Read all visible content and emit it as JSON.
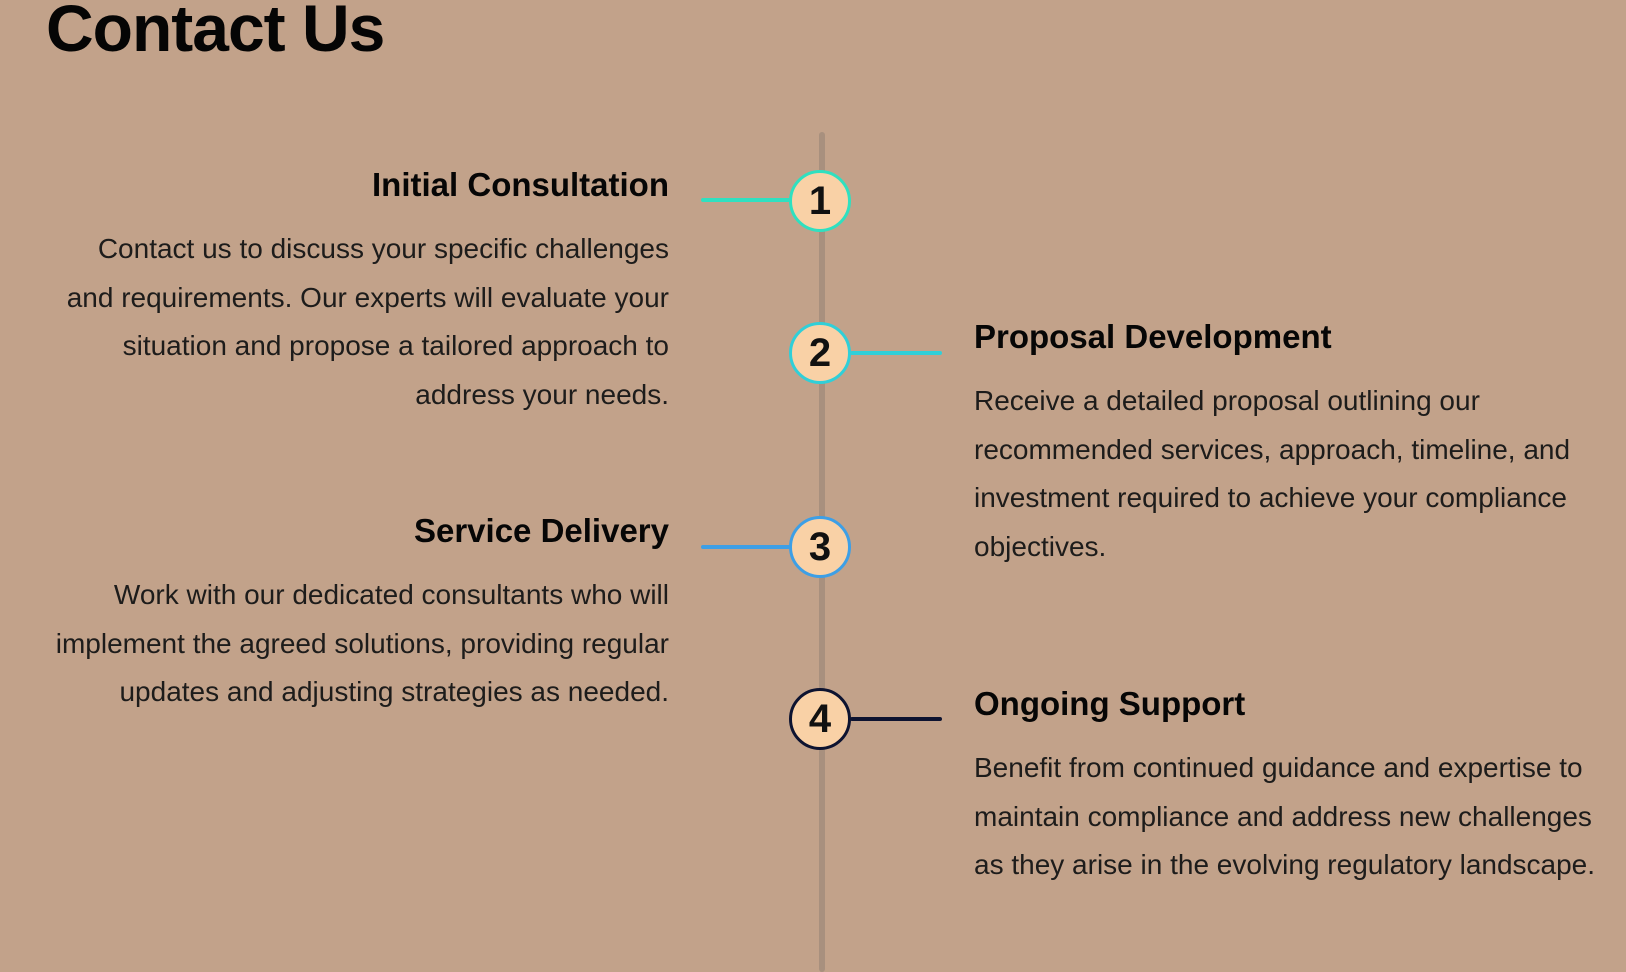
{
  "page": {
    "title": "Contact Us"
  },
  "colors": {
    "background": "#c2a28a",
    "timeline_line": "#a8907e",
    "circle_fill": "#f9d1a6",
    "step1_accent": "#2fe0c0",
    "step2_accent": "#30cfd8",
    "step3_accent": "#3d9fe6",
    "step4_accent": "#0d1330"
  },
  "steps": [
    {
      "number": "1",
      "title": "Initial Consultation",
      "text": "Contact us to discuss your specific challenges and requirements. Our experts will evaluate your situation and propose a tailored approach to address your needs."
    },
    {
      "number": "2",
      "title": "Proposal Development",
      "text": "Receive a detailed proposal outlining our recommended services, approach, timeline, and investment required to achieve your compliance objectives."
    },
    {
      "number": "3",
      "title": "Service Delivery",
      "text": "Work with our dedicated consultants who will implement the agreed solutions, providing regular updates and adjusting strategies as needed."
    },
    {
      "number": "4",
      "title": "Ongoing Support",
      "text": "Benefit from continued guidance and expertise to maintain compliance and address new challenges as they arise in the evolving regulatory landscape."
    }
  ]
}
